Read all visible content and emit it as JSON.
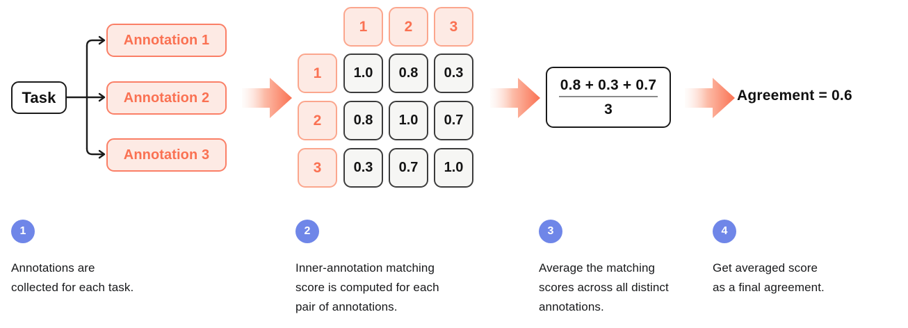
{
  "colors": {
    "coral": "#FA7152",
    "coral_border": "#FA7F66",
    "coral_soft_border": "#FBA68D",
    "coral_fill": "#FDEAE4",
    "ink": "#111111",
    "cell_fill": "#F6F6F4",
    "cell_border": "#3C3C3C",
    "badge_blue": "#6F86E8",
    "fraction_bar": "#8A8A8A",
    "background": "#FFFFFF"
  },
  "flow": {
    "task": {
      "label": "Task"
    },
    "annotations": [
      {
        "label": "Annotation 1"
      },
      {
        "label": "Annotation 2"
      },
      {
        "label": "Annotation 3"
      }
    ],
    "arrows": [
      {
        "name": "arrow-task-to-matrix"
      },
      {
        "name": "arrow-matrix-to-formula"
      },
      {
        "name": "arrow-formula-to-result"
      }
    ]
  },
  "matrix": {
    "column_headers": [
      "1",
      "2",
      "3"
    ],
    "row_headers": [
      "1",
      "2",
      "3"
    ],
    "values": [
      [
        "1.0",
        "0.8",
        "0.3"
      ],
      [
        "0.8",
        "1.0",
        "0.7"
      ],
      [
        "0.3",
        "0.7",
        "1.0"
      ]
    ]
  },
  "formula": {
    "numerator": "0.8 + 0.3 + 0.7",
    "denominator": "3"
  },
  "result": {
    "text": "Agreement = 0.6"
  },
  "steps": [
    {
      "number": "1",
      "text": "Annotations are\ncollected for each task."
    },
    {
      "number": "2",
      "text": "Inner-annotation matching\nscore is computed for each\npair of annotations."
    },
    {
      "number": "3",
      "text": "Average the matching\nscores across all distinct\nannotations."
    },
    {
      "number": "4",
      "text": "Get averaged score\nas a final agreement."
    }
  ]
}
